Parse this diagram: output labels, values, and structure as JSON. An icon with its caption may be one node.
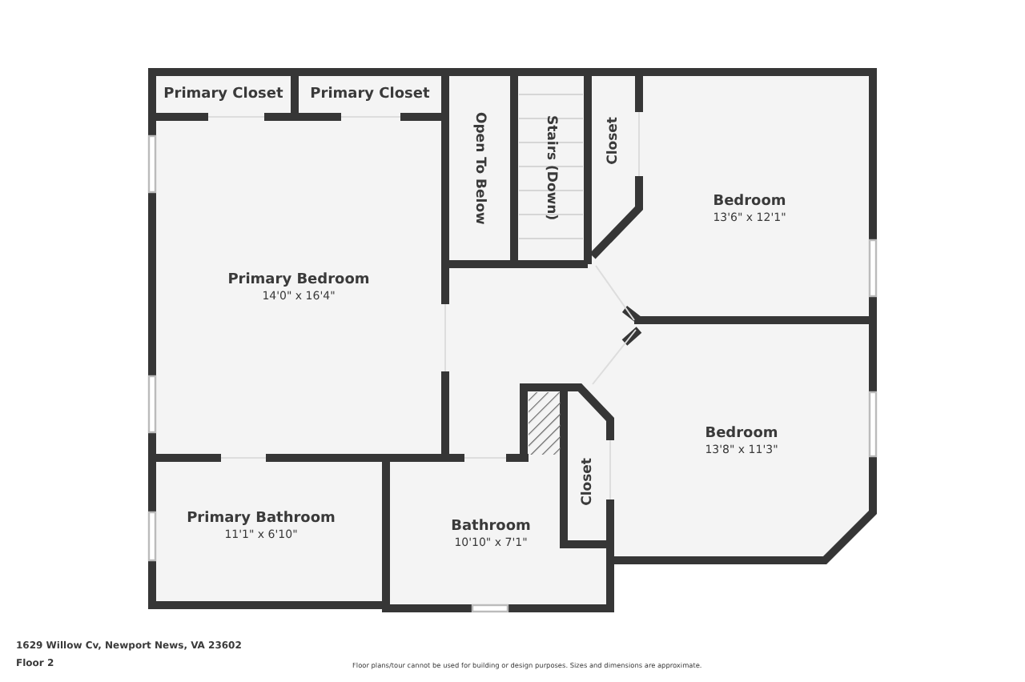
{
  "diagram": {
    "nodes": [
      {
        "text": [
          "Primary Closet"
        ]
      },
      {
        "text": [
          "Primary Closet"
        ]
      },
      {
        "text": [
          "Primary Bedroom",
          "14'0\" x 16'4\""
        ]
      },
      {
        "text": [
          "Open To Below"
        ]
      },
      {
        "text": [
          "Stairs (Down)"
        ]
      },
      {
        "text": [
          "Closet"
        ]
      },
      {
        "text": [
          "Bedroom",
          "13'6\" x 12'1\""
        ]
      },
      {
        "text": [
          "Bedroom",
          "13'8\" x 11'3\""
        ]
      },
      {
        "text": [
          "Closet"
        ]
      },
      {
        "text": [
          "Primary Bathroom",
          "11'1\" x 6'10\""
        ]
      },
      {
        "text": [
          "Bathroom",
          "10'10\" x 7'1\""
        ]
      }
    ],
    "edges": [],
    "labels": [
      "1629 Willow Cv, Newport News, VA 23602",
      "Floor 2",
      "Floor plans/tour cannot be used for building or design purposes. Sizes and dimensions are approximate."
    ]
  }
}
